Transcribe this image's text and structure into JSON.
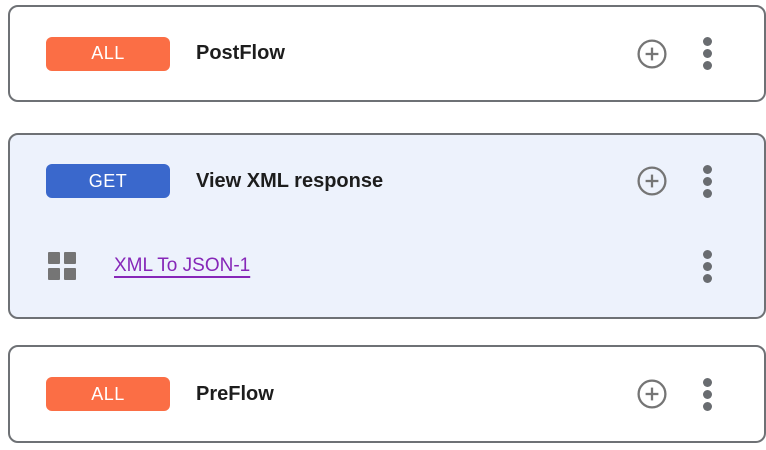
{
  "colors": {
    "all_badge": "#FB6E45",
    "get_badge": "#3A68CC",
    "card_border": "#6E7175",
    "selected_bg": "#EDF2FC",
    "icon_gray": "#757575",
    "dots_gray": "#696C70",
    "link_purple": "#8627B8",
    "title_text": "#1D1D1D"
  },
  "cards": [
    {
      "badge_label": "ALL",
      "title": "PostFlow",
      "selected": false
    },
    {
      "badge_label": "GET",
      "title": "View XML response",
      "selected": true,
      "policy": {
        "label": "XML To JSON-1"
      }
    },
    {
      "badge_label": "ALL",
      "title": "PreFlow",
      "selected": false
    }
  ]
}
